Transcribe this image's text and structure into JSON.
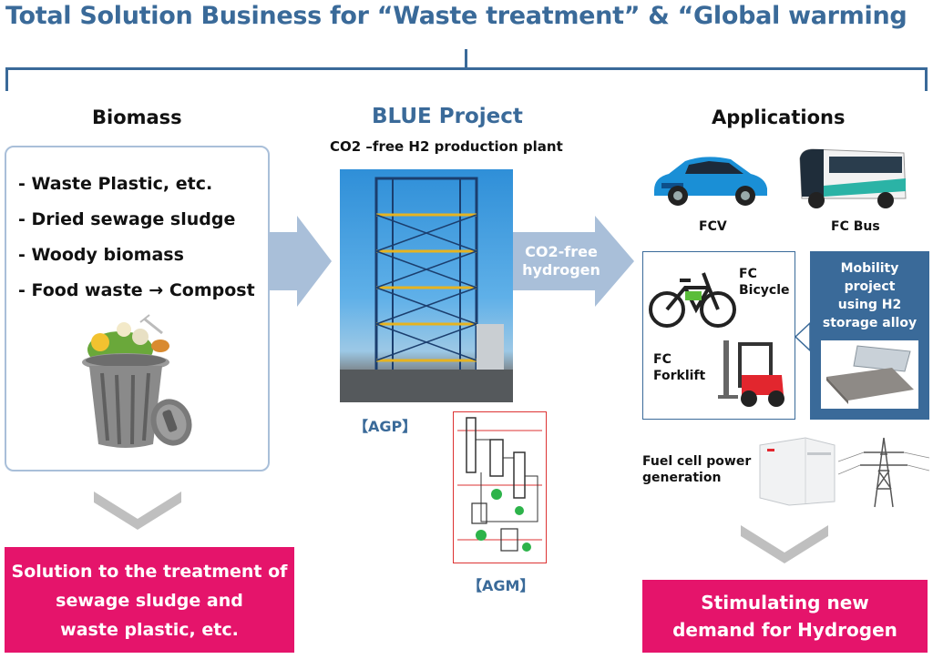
{
  "header": {
    "title": "Total Solution Business for “Waste treatment” & “Global warming"
  },
  "biomass": {
    "heading": "Biomass",
    "items": [
      "- Waste Plastic, etc.",
      "- Dried sewage sludge",
      "- Woody biomass",
      "- Food waste → Compost"
    ],
    "result": [
      "Solution to the treatment of",
      "sewage sludge and",
      "waste plastic, etc."
    ]
  },
  "blue": {
    "heading": "BLUE Project",
    "subtitle": "CO2 –free H2 production plant",
    "agp_label": "【AGP】",
    "agm_label": "【AGM】",
    "arrow_label": [
      "CO2-free",
      "hydrogen"
    ]
  },
  "applications": {
    "heading": "Applications",
    "fcv_label": "FCV",
    "fcbus_label": "FC Bus",
    "bicycle_label": [
      "FC",
      "Bicycle"
    ],
    "forklift_label": [
      "FC",
      "Forklift"
    ],
    "mobility_label": [
      "Mobility",
      "project",
      "using H2",
      "storage alloy"
    ],
    "fuelcell_label": [
      "Fuel cell power",
      "generation"
    ],
    "result": [
      "Stimulating new",
      "demand for Hydrogen"
    ]
  },
  "colors": {
    "title_blue": "#3a6a99",
    "arrow_blue": "#a9bfd9",
    "pink": "#e5146b",
    "chevron_gray": "#bfbfbf"
  }
}
